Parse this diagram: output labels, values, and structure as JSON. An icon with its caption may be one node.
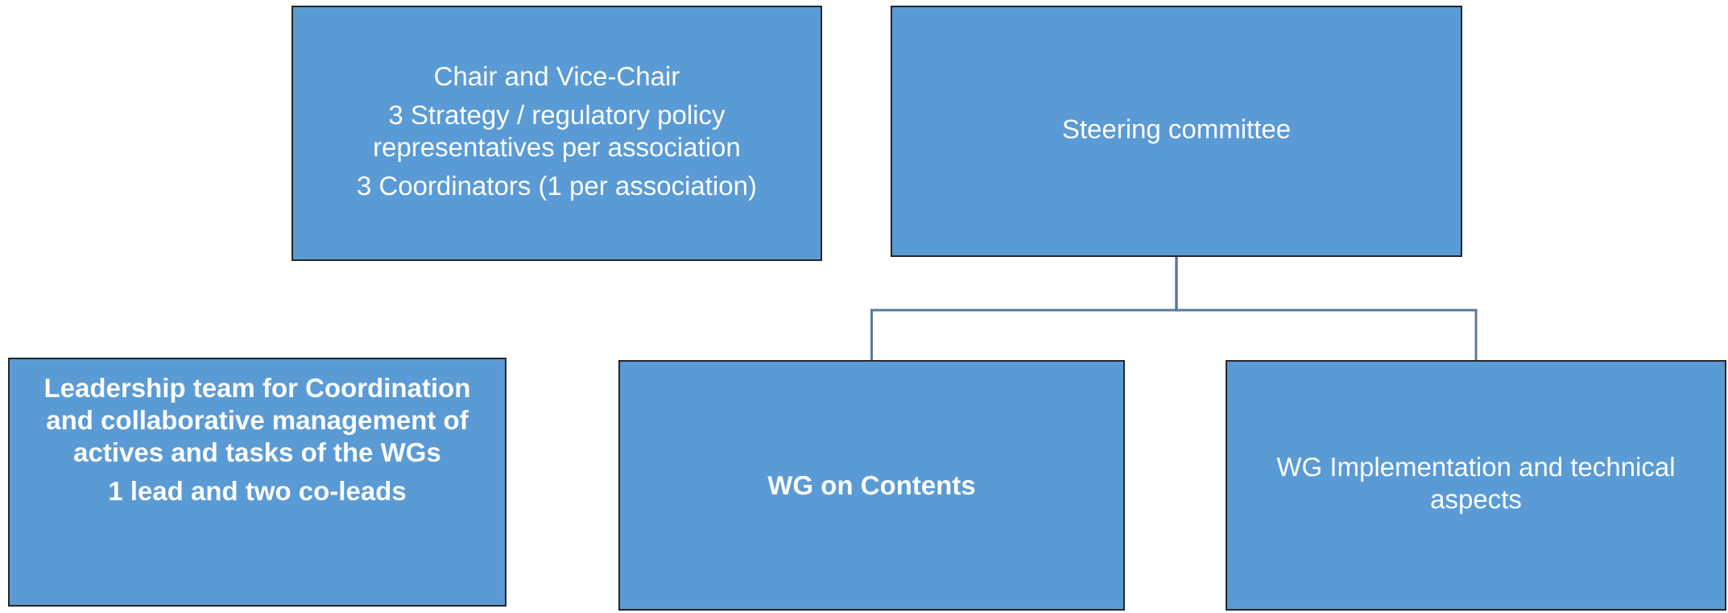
{
  "diagram": {
    "nodes": [
      {
        "text": [
          "Chair and Vice-Chair",
          "3 Strategy / regulatory policy representatives per association",
          "3 Coordinators (1 per association)"
        ]
      },
      {
        "text": [
          "Steering committee"
        ]
      },
      {
        "text": [
          "Leadership team for Coordination and collaborative management of actives and tasks of the WGs",
          "1 lead and two co-leads"
        ]
      },
      {
        "text": [
          "WG on Contents"
        ]
      },
      {
        "text": [
          "WG Implementation and technical aspects"
        ]
      }
    ],
    "edges": [
      {
        "from": 1,
        "to": 3,
        "arrow": "none"
      },
      {
        "from": 1,
        "to": 4,
        "arrow": "none"
      }
    ]
  }
}
